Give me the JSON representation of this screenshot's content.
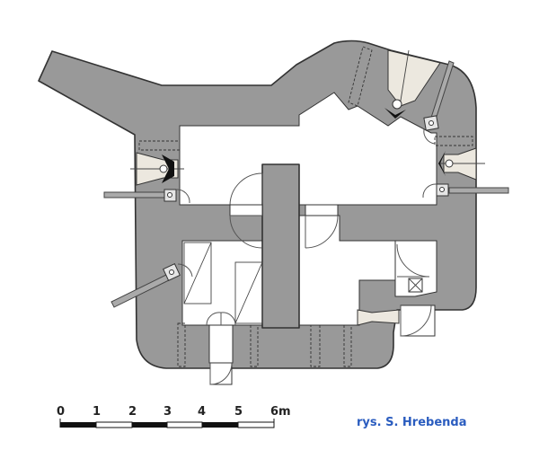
{
  "scale_bar": {
    "labels": [
      "0",
      "1",
      "2",
      "3",
      "4",
      "5",
      "6m"
    ]
  },
  "credit": "rys. S. Hrebenda",
  "colors": {
    "wall": "#999999",
    "outline": "#333333",
    "embrasure": "#ece8df",
    "credit_text": "#2a5cbf"
  }
}
